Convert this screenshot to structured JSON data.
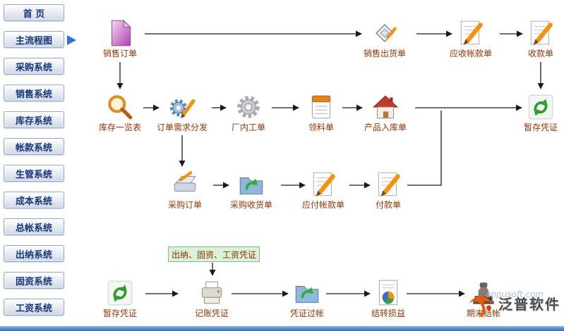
{
  "sidebar": {
    "items": [
      {
        "label": "首 页"
      },
      {
        "label": "主流程图"
      },
      {
        "label": "采购系统"
      },
      {
        "label": "销售系统"
      },
      {
        "label": "库存系统"
      },
      {
        "label": "帐款系统"
      },
      {
        "label": "生管系统"
      },
      {
        "label": "成本系统"
      },
      {
        "label": "总帐系统"
      },
      {
        "label": "出纳系统"
      },
      {
        "label": "固资系统"
      },
      {
        "label": "工资系统"
      }
    ],
    "active_item": "主流程图"
  },
  "flow": {
    "nodes": [
      {
        "label": "销售订单",
        "icon": "document-icon"
      },
      {
        "label": "销售出货单",
        "icon": "diamond-icon"
      },
      {
        "label": "应收帐款单",
        "icon": "pencil-document-icon"
      },
      {
        "label": "收款单",
        "icon": "pencil-document-icon"
      },
      {
        "label": "库存一览表",
        "icon": "magnifier-icon"
      },
      {
        "label": "订单需求分发",
        "icon": "gear-pencil-icon"
      },
      {
        "label": "厂内工单",
        "icon": "gear-icon"
      },
      {
        "label": "领料单",
        "icon": "notepad-icon"
      },
      {
        "label": "产品入库单",
        "icon": "house-icon"
      },
      {
        "label": "暂存凭证",
        "icon": "recycle-icon"
      },
      {
        "label": "采购订单",
        "icon": "scanner-icon"
      },
      {
        "label": "采购收货单",
        "icon": "folder-sync-icon"
      },
      {
        "label": "应付帐款单",
        "icon": "pencil-document-icon"
      },
      {
        "label": "付款单",
        "icon": "pencil-document-icon"
      },
      {
        "label": "暂存凭证",
        "icon": "recycle-icon"
      },
      {
        "label": "记账凭证",
        "icon": "printer-icon"
      },
      {
        "label": "凭证过帐",
        "icon": "folder-sync-icon"
      },
      {
        "label": "结转损益",
        "icon": "pie-chart-document-icon"
      },
      {
        "label": "期末结帐",
        "icon": "stamp-icon"
      }
    ],
    "annotation": "出纳、固资、工资凭证"
  },
  "watermark": {
    "brand": "泛普软件",
    "url": "anpusoft.com"
  },
  "colors": {
    "node_label": "#993300",
    "sidebar_text": "#16357e",
    "annotation_bg": "#d9f3d9",
    "accent_blue": "#2f6fd6"
  }
}
